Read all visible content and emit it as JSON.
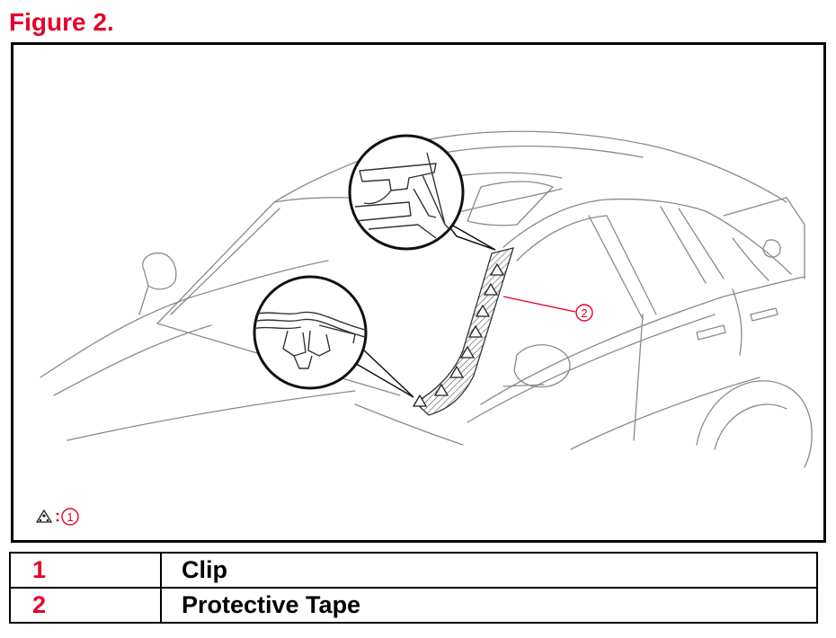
{
  "figure": {
    "title": "Figure 2.",
    "callouts": [
      "2"
    ],
    "key": {
      "number": "1"
    }
  },
  "legend": [
    {
      "number": "1",
      "description": "Clip"
    },
    {
      "number": "2",
      "description": "Protective Tape"
    }
  ],
  "colors": {
    "accent": "#e4002b",
    "line": "#8a8a8a",
    "border": "#000000"
  }
}
